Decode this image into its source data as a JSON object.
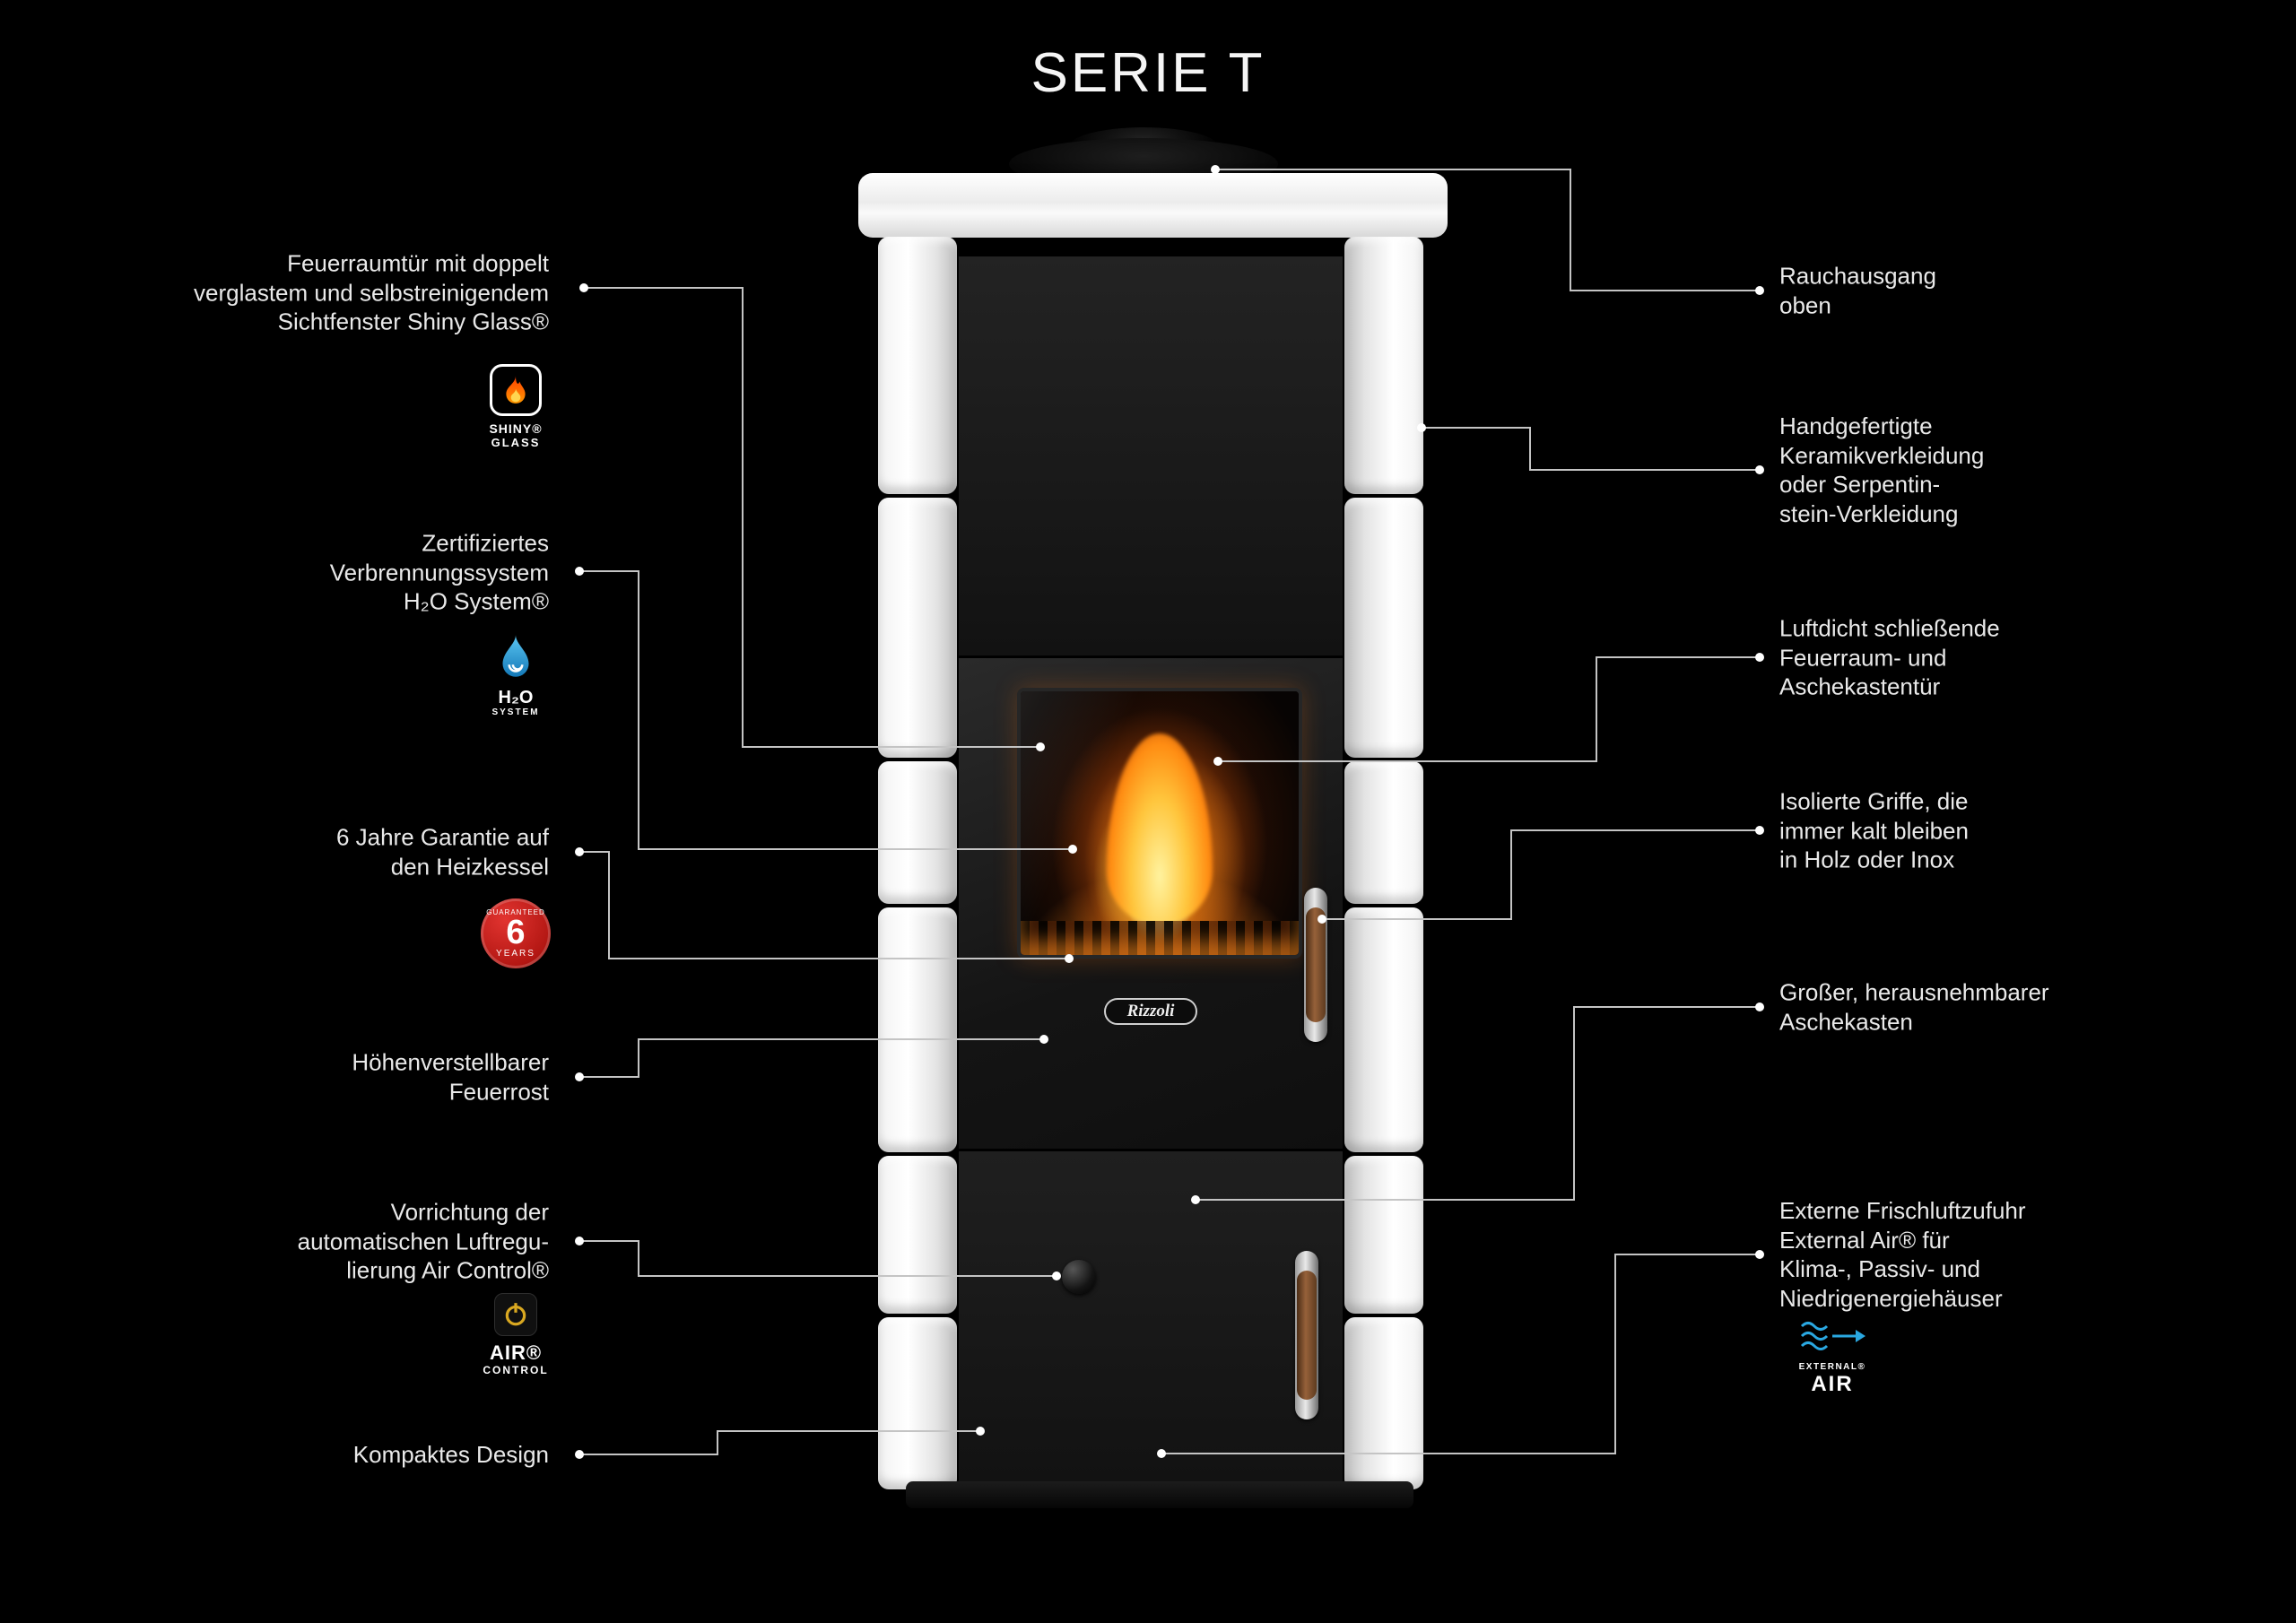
{
  "title": "SERIE T",
  "stove": {
    "brand_logo": "Rizzoli"
  },
  "left_callouts": [
    {
      "name": "feuerraumtuer-shiny-glass",
      "lines": [
        "Feuerraumtür mit doppelt",
        "verglastem und selbstreinigendem",
        "Sichtfenster  Shiny Glass®"
      ]
    },
    {
      "name": "verbrennungssystem-h2o",
      "lines": [
        "Zertifiziertes",
        "Verbrennungssystem",
        "H₂O System®"
      ]
    },
    {
      "name": "garantie-heizkessel",
      "lines": [
        "6 Jahre Garantie auf",
        "den Heizkessel"
      ]
    },
    {
      "name": "hoehenverstellbarer-feuerrost",
      "lines": [
        "Höhenverstellbarer",
        "Feuerrost"
      ]
    },
    {
      "name": "air-control",
      "lines": [
        "Vorrichtung der",
        "automatischen Luftregu-",
        "lierung Air Control®"
      ]
    },
    {
      "name": "kompaktes-design",
      "lines": [
        "Kompaktes Design"
      ]
    }
  ],
  "right_callouts": [
    {
      "name": "rauchausgang",
      "lines": [
        "Rauchausgang",
        "oben"
      ]
    },
    {
      "name": "keramikverkleidung",
      "lines": [
        "Handgefertigte",
        "Keramikverkleidung",
        "oder Serpentin-",
        "stein-Verkleidung"
      ]
    },
    {
      "name": "luftdichte-tueren",
      "lines": [
        "Luftdicht schließende",
        "Feuerraum- und",
        "Aschekastentür"
      ]
    },
    {
      "name": "isolierte-griffe",
      "lines": [
        "Isolierte Griffe, die",
        "immer kalt bleiben",
        "in Holz oder Inox"
      ]
    },
    {
      "name": "aschekasten",
      "lines": [
        "Großer, herausnehmbarer",
        "Aschekasten"
      ]
    },
    {
      "name": "external-air",
      "lines": [
        "Externe Frischluftzufuhr",
        "External Air® für",
        "Klima-, Passiv- und",
        "Niedrigenergiehäuser"
      ]
    }
  ],
  "icons": {
    "shiny_glass": {
      "top": "SHINY®",
      "bottom": "GLASS"
    },
    "h2o": {
      "top": "H₂O",
      "bottom": "SYSTEM"
    },
    "guarantee": {
      "top": "GUARANTEED",
      "value": "6",
      "bottom": "YEARS"
    },
    "air_control": {
      "top": "AIR®",
      "bottom": "CONTROL"
    },
    "external_air": {
      "top": "EXTERNAL®",
      "bottom": "AIR"
    }
  },
  "colors": {
    "background": "#000000",
    "callout_line": "#c4c4c4",
    "flame_orange": "#ff8c12",
    "accent_blue": "#2aa7e0",
    "badge_red": "#b31713",
    "gold": "#d9a821"
  }
}
